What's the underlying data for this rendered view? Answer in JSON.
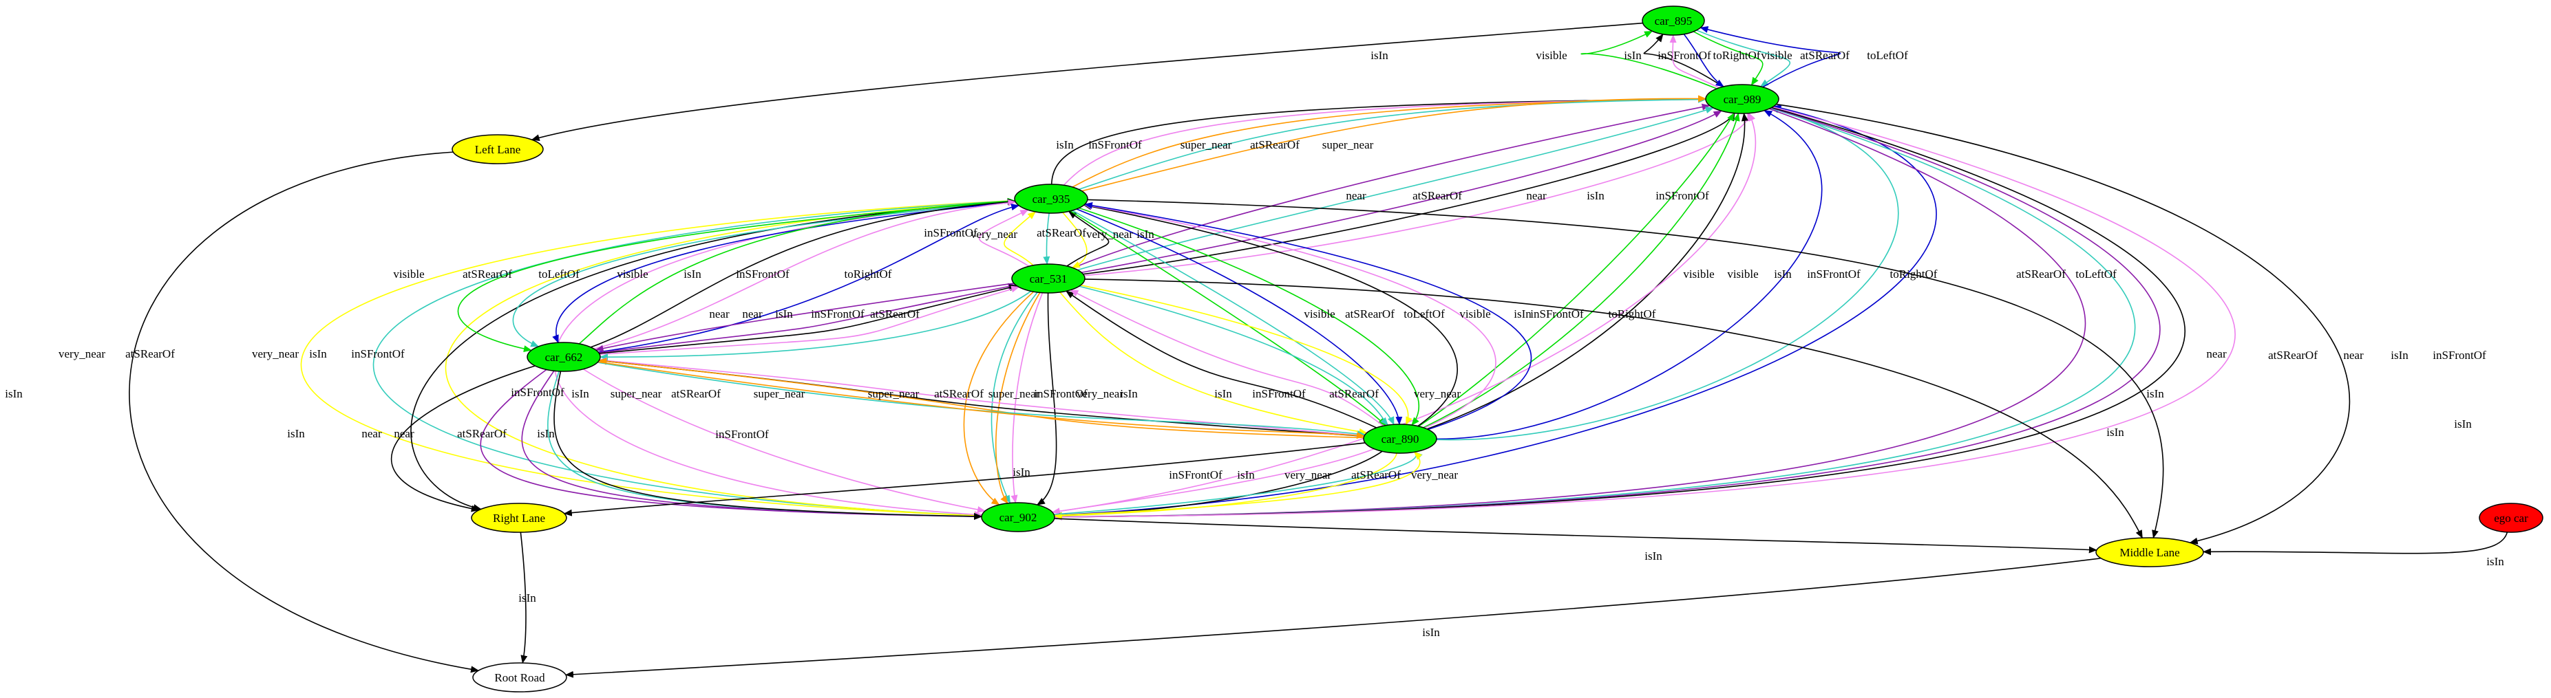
{
  "colors": {
    "car": "#00ee00",
    "lane": "#ffff00",
    "ego": "#ff0000",
    "road": "#ffffff",
    "isIn": "#000000",
    "near": "#8b1ca9",
    "super_near": "#ff9900",
    "very_near": "#ffff00",
    "visible": "#00dd00",
    "atSRearOf": "#33ccbb",
    "inSFrontOf": "#ee82ee",
    "toLeftOf": "#0000cc",
    "toRightOf": "#0000cc"
  },
  "nodes": [
    {
      "id": "car_895",
      "label": "car_895",
      "kind": "car"
    },
    {
      "id": "car_989",
      "label": "car_989",
      "kind": "car"
    },
    {
      "id": "car_935",
      "label": "car_935",
      "kind": "car"
    },
    {
      "id": "car_531",
      "label": "car_531",
      "kind": "car"
    },
    {
      "id": "car_662",
      "label": "car_662",
      "kind": "car"
    },
    {
      "id": "car_890",
      "label": "car_890",
      "kind": "car"
    },
    {
      "id": "car_902",
      "label": "car_902",
      "kind": "car"
    },
    {
      "id": "left_lane",
      "label": "Left Lane",
      "kind": "lane"
    },
    {
      "id": "right_lane",
      "label": "Right Lane",
      "kind": "lane"
    },
    {
      "id": "middle_lane",
      "label": "Middle Lane",
      "kind": "lane"
    },
    {
      "id": "root_road",
      "label": "Root Road",
      "kind": "road"
    },
    {
      "id": "ego_car",
      "label": "ego car",
      "kind": "ego"
    }
  ],
  "edges": [
    {
      "id": "e1",
      "from": "car_895",
      "to": "left_lane",
      "label": "isIn",
      "rel": "isIn"
    },
    {
      "id": "e2",
      "from": "car_989",
      "to": "car_895",
      "label": "visible",
      "rel": "visible"
    },
    {
      "id": "e3",
      "from": "car_989",
      "to": "car_895",
      "label": "isIn",
      "rel": "isIn"
    },
    {
      "id": "e4",
      "from": "car_989",
      "to": "car_895",
      "label": "inSFrontOf",
      "rel": "inSFrontOf"
    },
    {
      "id": "e5",
      "from": "car_895",
      "to": "car_989",
      "label": "toRightOf",
      "rel": "toRightOf"
    },
    {
      "id": "e6",
      "from": "car_895",
      "to": "car_989",
      "label": "visible",
      "rel": "visible"
    },
    {
      "id": "e7",
      "from": "car_895",
      "to": "car_989",
      "label": "atSRearOf",
      "rel": "atSRearOf"
    },
    {
      "id": "e8",
      "from": "car_989",
      "to": "car_895",
      "label": "toLeftOf",
      "rel": "toLeftOf"
    },
    {
      "id": "e9",
      "from": "left_lane",
      "to": "root_road",
      "label": "isIn",
      "rel": "isIn"
    },
    {
      "id": "e10",
      "from": "car_935",
      "to": "car_989",
      "label": "isIn",
      "rel": "isIn"
    },
    {
      "id": "e11",
      "from": "car_935",
      "to": "car_989",
      "label": "inSFrontOf",
      "rel": "inSFrontOf"
    },
    {
      "id": "e12",
      "from": "car_935",
      "to": "car_989",
      "label": "super_near",
      "rel": "super_near"
    },
    {
      "id": "e13",
      "from": "car_935",
      "to": "car_989",
      "label": "atSRearOf",
      "rel": "atSRearOf"
    },
    {
      "id": "e14",
      "from": "car_935",
      "to": "car_989",
      "label": "super_near",
      "rel": "super_near"
    },
    {
      "id": "e15",
      "from": "car_531",
      "to": "car_989",
      "label": "near",
      "rel": "near"
    },
    {
      "id": "e16",
      "from": "car_531",
      "to": "car_989",
      "label": "atSRearOf",
      "rel": "atSRearOf"
    },
    {
      "id": "e17",
      "from": "car_531",
      "to": "car_989",
      "label": "near",
      "rel": "near"
    },
    {
      "id": "e18",
      "from": "car_531",
      "to": "car_989",
      "label": "isIn",
      "rel": "isIn"
    },
    {
      "id": "e19",
      "from": "car_531",
      "to": "car_989",
      "label": "inSFrontOf",
      "rel": "inSFrontOf"
    },
    {
      "id": "e20",
      "from": "car_890",
      "to": "car_989",
      "label": "visible",
      "rel": "visible"
    },
    {
      "id": "e21",
      "from": "car_890",
      "to": "car_989",
      "label": "visible",
      "rel": "visible"
    },
    {
      "id": "e22",
      "from": "car_890",
      "to": "car_989",
      "label": "isIn",
      "rel": "isIn"
    },
    {
      "id": "e23",
      "from": "car_902",
      "to": "car_989",
      "label": "inSFrontOf",
      "rel": "inSFrontOf"
    },
    {
      "id": "e24",
      "from": "car_890",
      "to": "car_989",
      "label": "toRightOf",
      "rel": "toRightOf"
    },
    {
      "id": "e25",
      "from": "car_890",
      "to": "car_989",
      "label": "atSRearOf",
      "rel": "atSRearOf"
    },
    {
      "id": "e26",
      "from": "car_902",
      "to": "car_989",
      "label": "toLeftOf",
      "rel": "toLeftOf"
    },
    {
      "id": "e27",
      "from": "car_989",
      "to": "car_902",
      "label": "near",
      "rel": "near"
    },
    {
      "id": "e28",
      "from": "car_989",
      "to": "car_902",
      "label": "atSRearOf",
      "rel": "atSRearOf"
    },
    {
      "id": "e29",
      "from": "car_989",
      "to": "car_902",
      "label": "near",
      "rel": "near"
    },
    {
      "id": "e30",
      "from": "car_989",
      "to": "car_902",
      "label": "isIn",
      "rel": "isIn"
    },
    {
      "id": "e31",
      "from": "car_989",
      "to": "car_902",
      "label": "inSFrontOf",
      "rel": "inSFrontOf"
    },
    {
      "id": "e32",
      "from": "car_989",
      "to": "middle_lane",
      "label": "isIn",
      "rel": "isIn"
    },
    {
      "id": "e33",
      "from": "car_935",
      "to": "car_902",
      "label": "very_near",
      "rel": "very_near"
    },
    {
      "id": "e34",
      "from": "car_935",
      "to": "car_902",
      "label": "atSRearOf",
      "rel": "atSRearOf"
    },
    {
      "id": "e35",
      "from": "car_935",
      "to": "car_902",
      "label": "very_near",
      "rel": "very_near"
    },
    {
      "id": "e36",
      "from": "car_935",
      "to": "right_lane",
      "label": "isIn",
      "rel": "isIn"
    },
    {
      "id": "e37",
      "from": "car_935",
      "to": "car_902",
      "label": "inSFrontOf",
      "rel": "inSFrontOf"
    },
    {
      "id": "e38",
      "from": "car_935",
      "to": "car_662",
      "label": "visible",
      "rel": "visible"
    },
    {
      "id": "e39",
      "from": "car_935",
      "to": "car_662",
      "label": "atSRearOf",
      "rel": "atSRearOf"
    },
    {
      "id": "e40",
      "from": "car_935",
      "to": "car_662",
      "label": "toLeftOf",
      "rel": "toLeftOf"
    },
    {
      "id": "e41",
      "from": "car_662",
      "to": "car_935",
      "label": "visible",
      "rel": "visible"
    },
    {
      "id": "e42",
      "from": "car_662",
      "to": "car_935",
      "label": "isIn",
      "rel": "isIn"
    },
    {
      "id": "e43",
      "from": "car_662",
      "to": "car_935",
      "label": "inSFrontOf",
      "rel": "inSFrontOf"
    },
    {
      "id": "e44",
      "from": "car_662",
      "to": "car_935",
      "label": "toRightOf",
      "rel": "toRightOf"
    },
    {
      "id": "e45",
      "from": "car_531",
      "to": "car_935",
      "label": "inSFrontOf",
      "rel": "inSFrontOf"
    },
    {
      "id": "e46",
      "from": "car_531",
      "to": "car_935",
      "label": "very_near",
      "rel": "very_near"
    },
    {
      "id": "e47",
      "from": "car_935",
      "to": "car_531",
      "label": "atSRearOf",
      "rel": "atSRearOf"
    },
    {
      "id": "e48",
      "from": "car_935",
      "to": "car_531",
      "label": "very_near",
      "rel": "very_near"
    },
    {
      "id": "e49",
      "from": "car_531",
      "to": "car_935",
      "label": "isIn",
      "rel": "isIn"
    },
    {
      "id": "e50",
      "from": "car_935",
      "to": "middle_lane",
      "label": "isIn",
      "rel": "isIn"
    },
    {
      "id": "e51",
      "from": "car_531",
      "to": "car_662",
      "label": "near",
      "rel": "near"
    },
    {
      "id": "e52",
      "from": "car_662",
      "to": "car_531",
      "label": "near",
      "rel": "near"
    },
    {
      "id": "e53",
      "from": "car_662",
      "to": "car_531",
      "label": "isIn",
      "rel": "isIn"
    },
    {
      "id": "e54",
      "from": "car_662",
      "to": "car_531",
      "label": "inSFrontOf",
      "rel": "inSFrontOf"
    },
    {
      "id": "e55",
      "from": "car_531",
      "to": "car_662",
      "label": "atSRearOf",
      "rel": "atSRearOf"
    },
    {
      "id": "e56",
      "from": "car_935",
      "to": "car_890",
      "label": "visible",
      "rel": "visible"
    },
    {
      "id": "e57",
      "from": "car_935",
      "to": "car_890",
      "label": "atSRearOf",
      "rel": "atSRearOf"
    },
    {
      "id": "e58",
      "from": "car_935",
      "to": "car_890",
      "label": "toLeftOf",
      "rel": "toLeftOf"
    },
    {
      "id": "e59",
      "from": "car_935",
      "to": "car_890",
      "label": "visible",
      "rel": "visible"
    },
    {
      "id": "e60",
      "from": "car_890",
      "to": "car_935",
      "label": "isIn",
      "rel": "isIn"
    },
    {
      "id": "e61",
      "from": "car_890",
      "to": "car_935",
      "label": "inSFrontOf",
      "rel": "inSFrontOf"
    },
    {
      "id": "e62",
      "from": "car_890",
      "to": "car_935",
      "label": "toRightOf",
      "rel": "toRightOf"
    },
    {
      "id": "e63",
      "from": "car_531",
      "to": "car_890",
      "label": "very_near",
      "rel": "very_near"
    },
    {
      "id": "e64",
      "from": "car_890",
      "to": "car_531",
      "label": "isIn",
      "rel": "isIn"
    },
    {
      "id": "e65",
      "from": "car_890",
      "to": "car_531",
      "label": "inSFrontOf",
      "rel": "inSFrontOf"
    },
    {
      "id": "e66",
      "from": "car_531",
      "to": "car_890",
      "label": "atSRearOf",
      "rel": "atSRearOf"
    },
    {
      "id": "e67",
      "from": "car_531",
      "to": "car_890",
      "label": "very_near",
      "rel": "very_near"
    },
    {
      "id": "e68",
      "from": "car_531",
      "to": "car_902",
      "label": "super_near",
      "rel": "super_near"
    },
    {
      "id": "e69",
      "from": "car_531",
      "to": "car_902",
      "label": "atSRearOf",
      "rel": "atSRearOf"
    },
    {
      "id": "e70",
      "from": "car_531",
      "to": "car_902",
      "label": "super_near",
      "rel": "super_near"
    },
    {
      "id": "e71",
      "from": "car_531",
      "to": "car_902",
      "label": "inSFrontOf",
      "rel": "inSFrontOf"
    },
    {
      "id": "e72",
      "from": "car_531",
      "to": "car_902",
      "label": "isIn",
      "rel": "isIn"
    },
    {
      "id": "e73",
      "from": "car_531",
      "to": "middle_lane",
      "label": "isIn",
      "rel": "isIn"
    },
    {
      "id": "e74",
      "from": "car_662",
      "to": "right_lane",
      "label": "isIn",
      "rel": "isIn"
    },
    {
      "id": "e75",
      "from": "car_662",
      "to": "car_902",
      "label": "near",
      "rel": "near"
    },
    {
      "id": "e76",
      "from": "car_662",
      "to": "car_902",
      "label": "near",
      "rel": "near"
    },
    {
      "id": "e77",
      "from": "car_662",
      "to": "car_902",
      "label": "atSRearOf",
      "rel": "atSRearOf"
    },
    {
      "id": "e78",
      "from": "car_662",
      "to": "car_902",
      "label": "isIn",
      "rel": "isIn"
    },
    {
      "id": "e79",
      "from": "car_662",
      "to": "car_902",
      "label": "inSFrontOf",
      "rel": "inSFrontOf"
    },
    {
      "id": "e80",
      "from": "car_890",
      "to": "car_662",
      "label": "inSFrontOf",
      "rel": "inSFrontOf"
    },
    {
      "id": "e81",
      "from": "car_890",
      "to": "car_662",
      "label": "isIn",
      "rel": "isIn"
    },
    {
      "id": "e82",
      "from": "car_890",
      "to": "car_662",
      "label": "super_near",
      "rel": "super_near"
    },
    {
      "id": "e83",
      "from": "car_662",
      "to": "car_890",
      "label": "atSRearOf",
      "rel": "atSRearOf"
    },
    {
      "id": "e84",
      "from": "car_662",
      "to": "car_890",
      "label": "super_near",
      "rel": "super_near"
    },
    {
      "id": "e85",
      "from": "car_890",
      "to": "right_lane",
      "label": "isIn",
      "rel": "isIn"
    },
    {
      "id": "e86",
      "from": "car_890",
      "to": "car_902",
      "label": "inSFrontOf",
      "rel": "inSFrontOf"
    },
    {
      "id": "e87",
      "from": "car_890",
      "to": "car_902",
      "label": "isIn",
      "rel": "isIn"
    },
    {
      "id": "e88",
      "from": "car_890",
      "to": "car_902",
      "label": "very_near",
      "rel": "very_near"
    },
    {
      "id": "e89",
      "from": "car_902",
      "to": "car_890",
      "label": "atSRearOf",
      "rel": "atSRearOf"
    },
    {
      "id": "e90",
      "from": "car_902",
      "to": "car_890",
      "label": "very_near",
      "rel": "very_near"
    },
    {
      "id": "e91",
      "from": "car_902",
      "to": "middle_lane",
      "label": "isIn",
      "rel": "isIn"
    },
    {
      "id": "e92",
      "from": "right_lane",
      "to": "root_road",
      "label": "isIn",
      "rel": "isIn"
    },
    {
      "id": "e93",
      "from": "middle_lane",
      "to": "root_road",
      "label": "isIn",
      "rel": "isIn"
    },
    {
      "id": "e94",
      "from": "ego_car",
      "to": "middle_lane",
      "label": "isIn",
      "rel": "isIn"
    }
  ]
}
